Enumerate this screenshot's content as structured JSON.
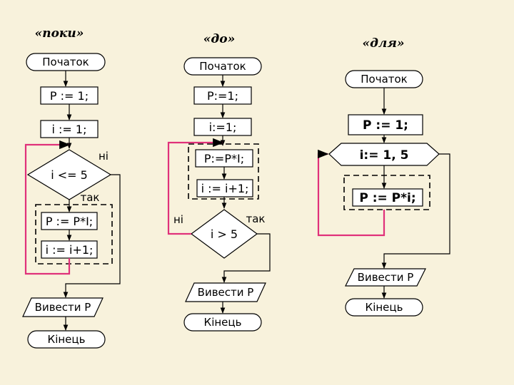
{
  "titles": {
    "while": "«поки»",
    "do": "«до»",
    "for": "«для»"
  },
  "while": {
    "start": "Початок",
    "p_init": "P := 1;",
    "i_init": "і := 1;",
    "condition": "і <= 5",
    "no": "ні",
    "yes": "так",
    "body1": "P := P*I;",
    "body2": "і := і+1;",
    "output": "Вивести Р",
    "end": "Кінець"
  },
  "do": {
    "start": "Початок",
    "p_init": "P:=1;",
    "i_init": "і:=1;",
    "body1": "P:=P*I;",
    "body2": "і := і+1;",
    "condition": "і > 5",
    "no": "ні",
    "yes": "так",
    "output": "Вивести Р",
    "end": "Кінець"
  },
  "for": {
    "start": "Початок",
    "p_init": "P := 1;",
    "loop": "і:= 1, 5",
    "body": "P := P*і;",
    "output": "Вивести Р",
    "end": "Кінець"
  }
}
